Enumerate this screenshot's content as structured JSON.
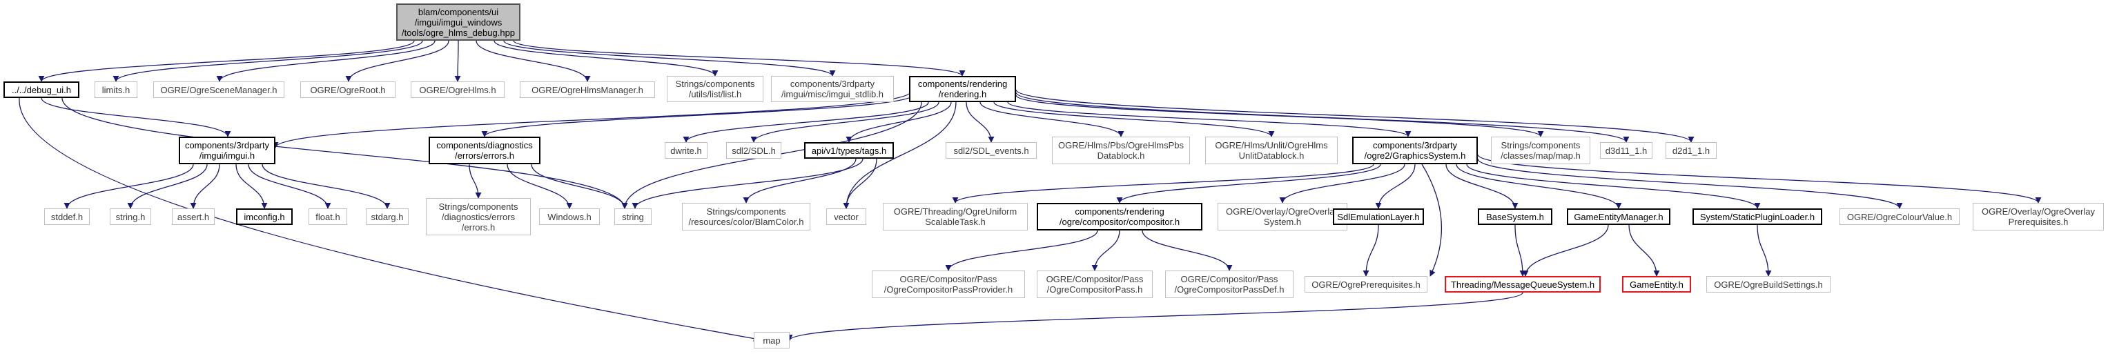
{
  "graph": {
    "title": "blam/components/ui/imgui/imgui_windows/tools/ogre_hlms_debug.hpp",
    "colors": {
      "edge": "#191970",
      "root_fill": "#c0c0c0",
      "documented_border": "#000000",
      "external_border": "#bfbfbf",
      "incomplete_border": "#e8141b"
    },
    "nodes": {
      "root": "blam/components/ui\n/imgui/imgui_windows\n/tools/ogre_hlms_debug.hpp",
      "debug_ui": "../../debug_ui.h",
      "limits": "limits.h",
      "ogre_scene_manager": "OGRE/OgreSceneManager.h",
      "ogre_root": "OGRE/OgreRoot.h",
      "ogre_hlms": "OGRE/OgreHlms.h",
      "ogre_hlms_manager": "OGRE/OgreHlmsManager.h",
      "list": "Strings/components\n/utils/list/list.h",
      "imgui_stdlib": "components/3rdparty\n/imgui/misc/imgui_stdlib.h",
      "rendering": "components/rendering\n/rendering.h",
      "imgui": "components/3rdparty\n/imgui/imgui.h",
      "errors": "components/diagnostics\n/errors/errors.h",
      "dwrite": "dwrite.h",
      "sdl": "sdl2/SDL.h",
      "tags": "api/v1/types/tags.h",
      "sdl_events": "sdl2/SDL_events.h",
      "hlms_pbs_datablock": "OGRE/Hlms/Pbs/OgreHlmsPbs\nDatablock.h",
      "hlms_unlit_datablock": "OGRE/Hlms/Unlit/OgreHlms\nUnlitDatablock.h",
      "graphics_system": "components/3rdparty\n/ogre2/GraphicsSystem.h",
      "map_h": "Strings/components\n/classes/map/map.h",
      "d3d11": "d3d11_1.h",
      "d2d1": "d2d1_1.h",
      "stddef": "stddef.h",
      "string_h": "string.h",
      "assert": "assert.h",
      "imconfig": "imconfig.h",
      "float": "float.h",
      "stdarg": "stdarg.h",
      "errors_strings": "Strings/components\n/diagnostics/errors\n/errors.h",
      "windows": "Windows.h",
      "string": "string",
      "blam_color": "Strings/components\n/resources/color/BlamColor.h",
      "vector": "vector",
      "uniform_scalable_task": "OGRE/Threading/OgreUniform\nScalableTask.h",
      "compositor": "components/rendering\n/ogre/compositor/compositor.h",
      "overlay_system": "OGRE/Overlay/OgreOverlay\nSystem.h",
      "sdl_emulation_layer": "SdlEmulationLayer.h",
      "base_system": "BaseSystem.h",
      "game_entity_manager": "GameEntityManager.h",
      "static_plugin_loader": "System/StaticPluginLoader.h",
      "colour_value": "OGRE/OgreColourValue.h",
      "overlay_prerequisites": "OGRE/Overlay/OgreOverlay\nPrerequisites.h",
      "pass_provider": "OGRE/Compositor/Pass\n/OgreCompositorPassProvider.h",
      "compositor_pass": "OGRE/Compositor/Pass\n/OgreCompositorPass.h",
      "compositor_pass_def": "OGRE/Compositor/Pass\n/OgreCompositorPassDef.h",
      "ogre_prerequisites": "OGRE/OgrePrerequisites.h",
      "message_queue_system": "Threading/MessageQueueSystem.h",
      "game_entity": "GameEntity.h",
      "build_settings": "OGRE/OgreBuildSettings.h",
      "map": "map"
    }
  }
}
